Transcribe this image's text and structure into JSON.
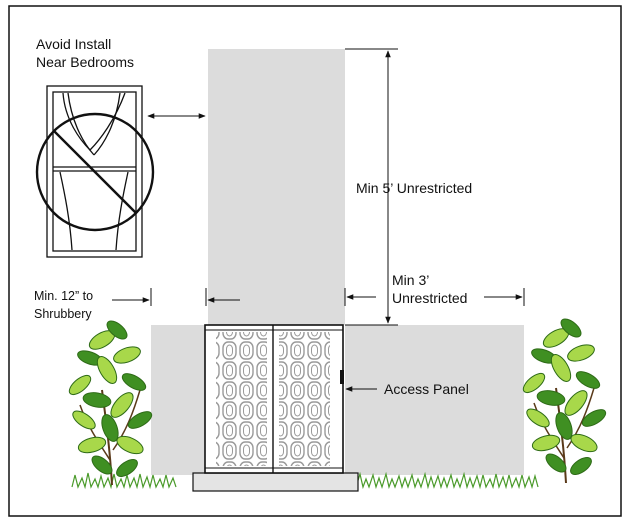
{
  "labels": {
    "avoid_line1": "Avoid Install",
    "avoid_line2": "Near Bedrooms",
    "min5": "Min 5’ Unrestricted",
    "min3_line1": "Min 3’",
    "min3_line2": "Unrestricted",
    "min12_line1": "Min. 12” to",
    "min12_line2": "Shrubbery",
    "access_panel": "Access Panel"
  },
  "colors": {
    "clearance_zone": "#dcdcdc",
    "outline": "#111111",
    "unit_grille": "#9a9a9a",
    "shrub_dark": "#3f8f22",
    "shrub_light": "#a8d84a",
    "grass": "#4a9a2a",
    "pad": "#e4e4e4"
  },
  "icons": {
    "window": "bedroom-window-icon",
    "prohibition": "no-symbol-icon",
    "shrub": "shrub-icon",
    "grass": "grass-icon",
    "unit": "condenser-unit-icon"
  }
}
